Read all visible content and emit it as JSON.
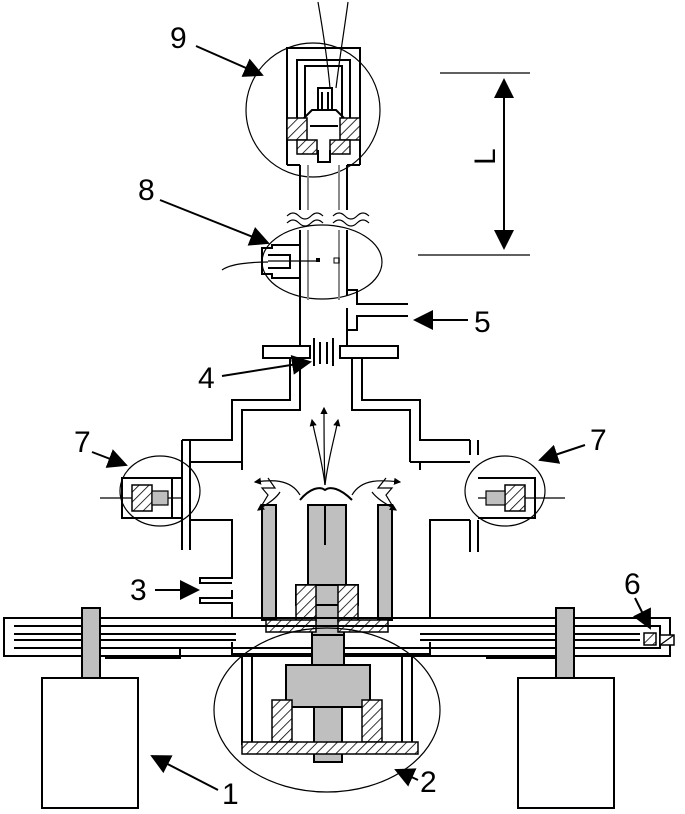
{
  "labels": {
    "l1": "1",
    "l2": "2",
    "l3": "3",
    "l4": "4",
    "l5": "5",
    "l6": "6",
    "l7_left": "7",
    "l7_right": "7",
    "l8": "8",
    "l9": "9",
    "length": "L"
  },
  "colors": {
    "stroke": "#000000",
    "part_fill": "#bfbfbf",
    "background": "#ffffff"
  }
}
